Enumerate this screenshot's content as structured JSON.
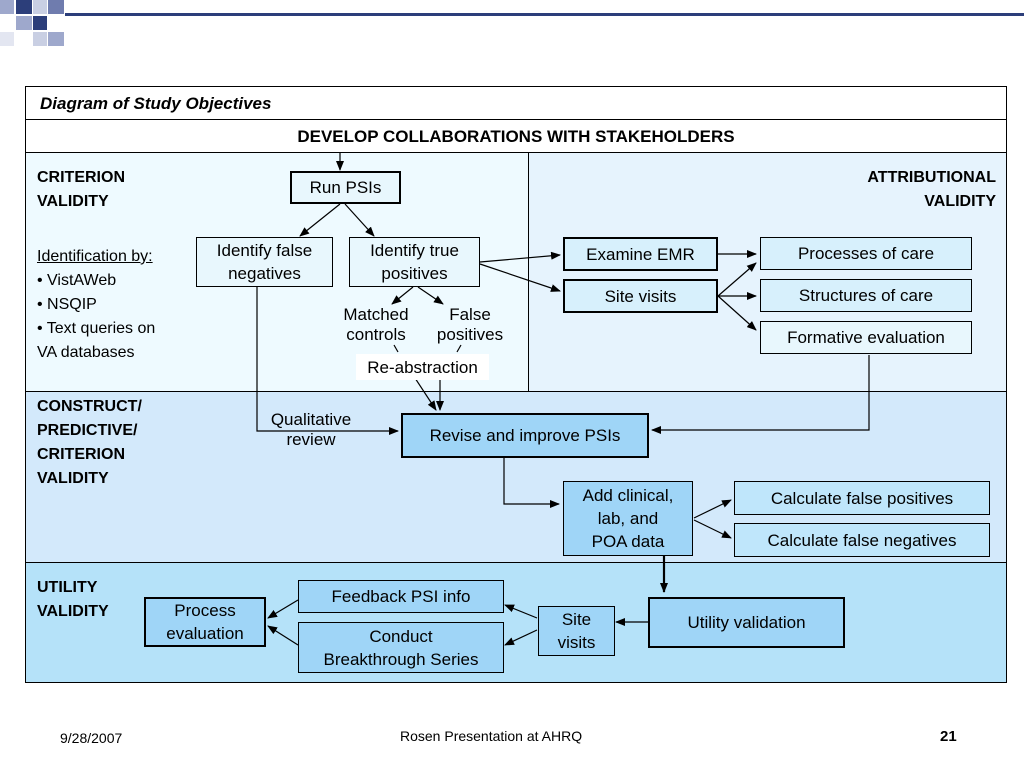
{
  "diagram_title": "Diagram of Study Objectives",
  "header": "DEVELOP COLLABORATIONS WITH STAKEHOLDERS",
  "sections": {
    "criterion": {
      "label_line1": "CRITERION",
      "label_line2": "VALIDITY",
      "identification_heading": "Identification by:",
      "identification_items": [
        "• VistAWeb",
        "• NSQIP",
        "• Text queries on",
        "VA databases"
      ]
    },
    "attributional": {
      "label_line1": "ATTRIBUTIONAL",
      "label_line2": "VALIDITY"
    },
    "construct": {
      "label_lines": [
        "CONSTRUCT/",
        "PREDICTIVE/",
        "CRITERION",
        "VALIDITY"
      ]
    },
    "utility": {
      "label_line1": "UTILITY",
      "label_line2": "VALIDITY"
    }
  },
  "nodes": {
    "run_psis": "Run PSIs",
    "identify_false_negatives": [
      "Identify false",
      "negatives"
    ],
    "identify_true_positives": [
      "Identify true",
      "positives"
    ],
    "matched_controls": [
      "Matched",
      "controls"
    ],
    "false_positives": [
      "False",
      "positives"
    ],
    "re_abstraction": "Re-abstraction",
    "examine_emr": "Examine EMR",
    "site_visits": "Site visits",
    "processes_of_care": "Processes of care",
    "structures_of_care": "Structures of care",
    "formative_evaluation": "Formative evaluation",
    "qualitative_review": [
      "Qualitative",
      "review"
    ],
    "revise_improve_psis": "Revise and improve PSIs",
    "add_clinical_data": [
      "Add clinical,",
      "lab, and",
      "POA data"
    ],
    "calculate_false_positives": "Calculate false positives",
    "calculate_false_negatives": "Calculate false negatives",
    "feedback_psi_info": "Feedback PSI info",
    "conduct_breakthrough": [
      "Conduct",
      "Breakthrough Series"
    ],
    "process_evaluation": [
      "Process",
      "evaluation"
    ],
    "site_visits_2": [
      "Site",
      "visits"
    ],
    "utility_validation": "Utility validation"
  },
  "footer": {
    "date": "9/28/2007",
    "center": "Rosen Presentation at AHRQ",
    "page_number": "21"
  },
  "colors": {
    "deco_dark": "#2c3e7a",
    "deco_light": "#9ea8cc",
    "section_criterion_left": "#eefaff",
    "section_attributional": "#e6f3fd",
    "section_construct": "#d3e9fb",
    "section_utility": "#b5e2f9"
  }
}
